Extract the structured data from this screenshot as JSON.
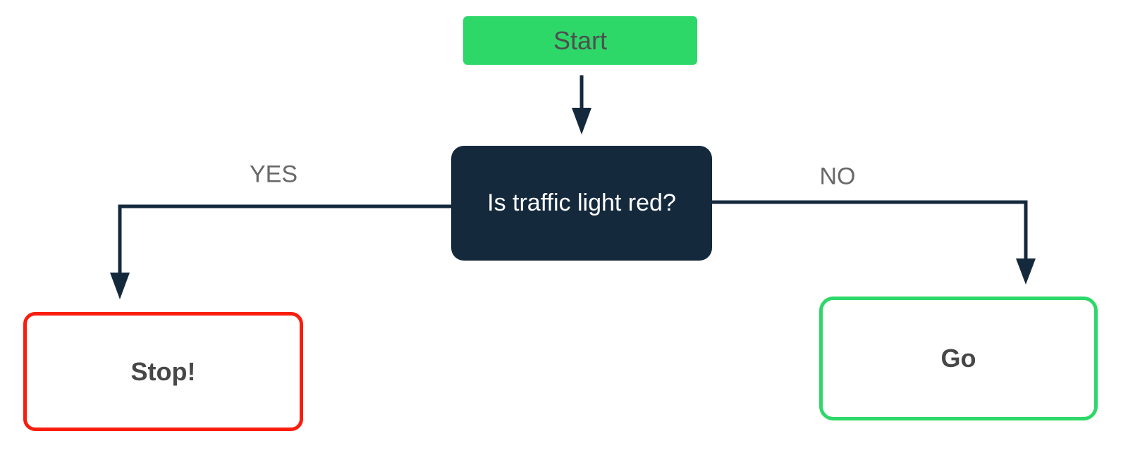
{
  "nodes": {
    "start": {
      "label": "Start"
    },
    "decision": {
      "label": "Is traffic light red?"
    },
    "stop": {
      "label": "Stop!"
    },
    "go": {
      "label": "Go"
    }
  },
  "edges": {
    "yes": {
      "label": "YES"
    },
    "no": {
      "label": "NO"
    }
  },
  "colors": {
    "background": "#ffffff",
    "node_green": "#2dd869",
    "node_navy": "#15293d",
    "border_red": "#f91d0e",
    "border_green": "#2dd869",
    "connector": "#15293d",
    "edge_label_gray": "#686868",
    "node_text_dark": "#4f4f4f",
    "node_text_bold": "#474747",
    "node_text_light": "#ffffff"
  }
}
